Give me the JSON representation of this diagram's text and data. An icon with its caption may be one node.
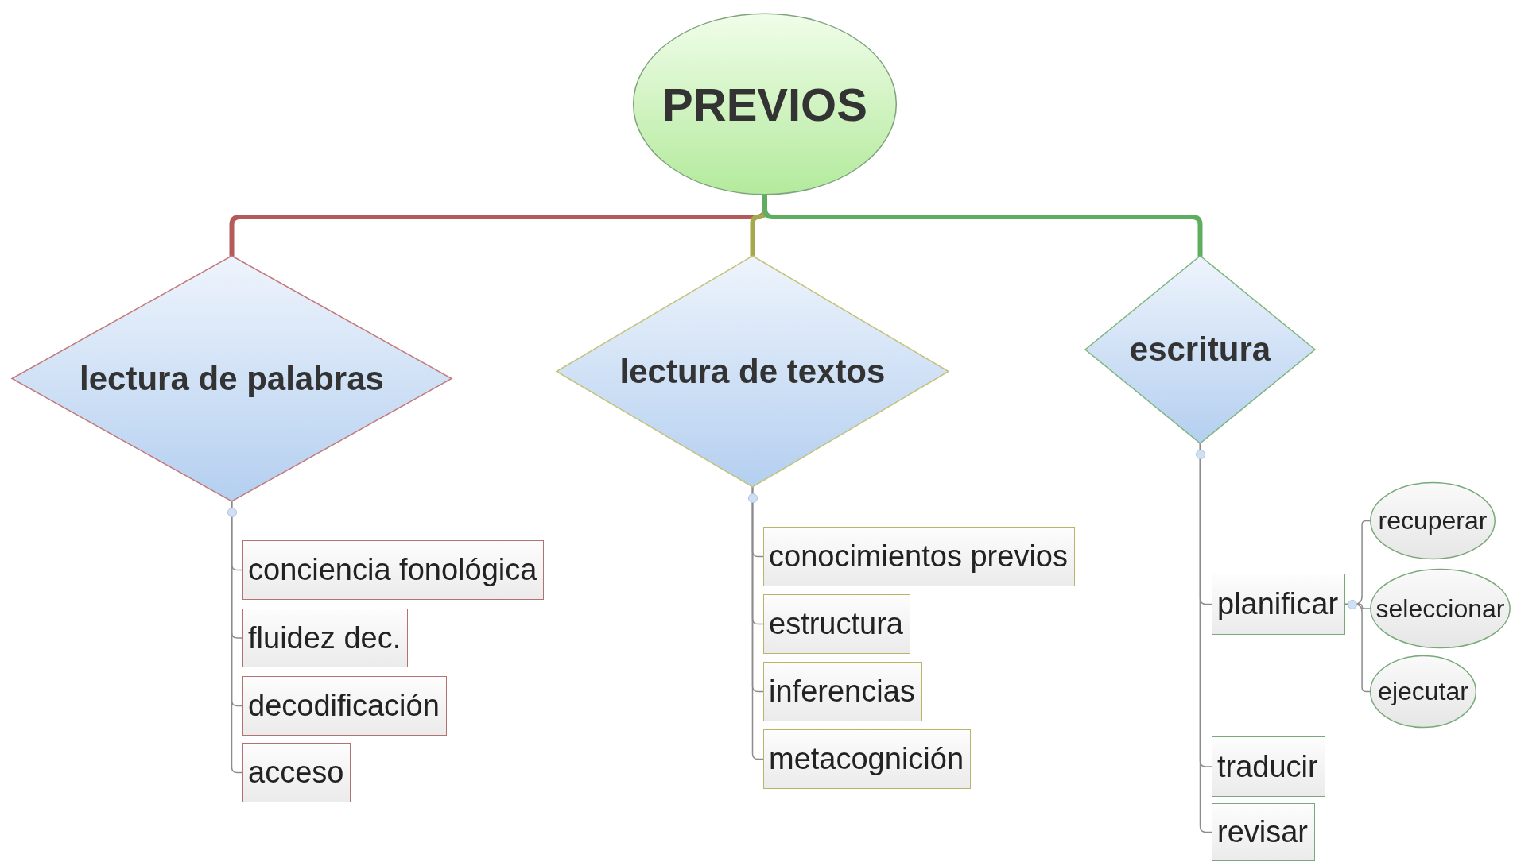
{
  "diagram": {
    "nodes": [
      {
        "text": [
          "PREVIOS"
        ]
      },
      {
        "text": [
          "lectura de palabras"
        ]
      },
      {
        "text": [
          "lectura de textos"
        ]
      },
      {
        "text": [
          "escritura"
        ]
      },
      {
        "text": [
          "conciencia fonológica"
        ]
      },
      {
        "text": [
          "fluidez dec."
        ]
      },
      {
        "text": [
          "decodificación"
        ]
      },
      {
        "text": [
          "acceso"
        ]
      },
      {
        "text": [
          "conocimientos previos"
        ]
      },
      {
        "text": [
          "estructura"
        ]
      },
      {
        "text": [
          "inferencias"
        ]
      },
      {
        "text": [
          "metacognición"
        ]
      },
      {
        "text": [
          "planificar"
        ]
      },
      {
        "text": [
          "recuperar"
        ]
      },
      {
        "text": [
          "seleccionar"
        ]
      },
      {
        "text": [
          "ejecutar"
        ]
      },
      {
        "text": [
          "traducir"
        ]
      },
      {
        "text": [
          "revisar"
        ]
      }
    ],
    "edges": [
      {
        "from": 0,
        "to": 1,
        "arrow": "none",
        "style": "thick",
        "color": "#b45a5a"
      },
      {
        "from": 0,
        "to": 2,
        "arrow": "none",
        "style": "thick",
        "color": "#a6a84e"
      },
      {
        "from": 0,
        "to": 3,
        "arrow": "none",
        "style": "thick",
        "color": "#5fae5f"
      },
      {
        "from": 1,
        "to": 4,
        "arrow": "none"
      },
      {
        "from": 1,
        "to": 5,
        "arrow": "none"
      },
      {
        "from": 1,
        "to": 6,
        "arrow": "none"
      },
      {
        "from": 1,
        "to": 7,
        "arrow": "none"
      },
      {
        "from": 2,
        "to": 8,
        "arrow": "none"
      },
      {
        "from": 2,
        "to": 9,
        "arrow": "none"
      },
      {
        "from": 2,
        "to": 10,
        "arrow": "none"
      },
      {
        "from": 2,
        "to": 11,
        "arrow": "none"
      },
      {
        "from": 3,
        "to": 12,
        "arrow": "none"
      },
      {
        "from": 12,
        "to": 13,
        "arrow": "none"
      },
      {
        "from": 12,
        "to": 14,
        "arrow": "none"
      },
      {
        "from": 12,
        "to": 15,
        "arrow": "none"
      },
      {
        "from": 3,
        "to": 16,
        "arrow": "none"
      },
      {
        "from": 3,
        "to": 17,
        "arrow": "none"
      }
    ]
  }
}
